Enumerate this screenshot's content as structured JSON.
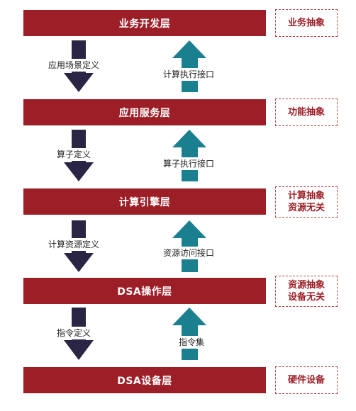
{
  "layers": [
    {
      "label": "业务开发层"
    },
    {
      "label": "应用服务层"
    },
    {
      "label": "计算引擎层"
    },
    {
      "label": "DSA操作层"
    },
    {
      "label": "DSA设备层"
    }
  ],
  "abstractions": [
    {
      "line1": "业务抽象",
      "line2": ""
    },
    {
      "line1": "功能抽象",
      "line2": ""
    },
    {
      "line1": "计算抽象",
      "line2": "资源无关"
    },
    {
      "line1": "资源抽象",
      "line2": "设备无关"
    },
    {
      "line1": "硬件设备",
      "line2": ""
    }
  ],
  "down_labels": [
    "应用场景定义",
    "算子定义",
    "计算资源定义",
    "指令定义"
  ],
  "up_labels": [
    "计算执行接口",
    "算子执行接口",
    "资源访问接口",
    "指令集"
  ],
  "colors": {
    "layer_fill": "#9c1f27",
    "abstraction_border": "#b5474a",
    "down_arrow": "#2b2545",
    "up_arrow": "#1a7f8e"
  }
}
